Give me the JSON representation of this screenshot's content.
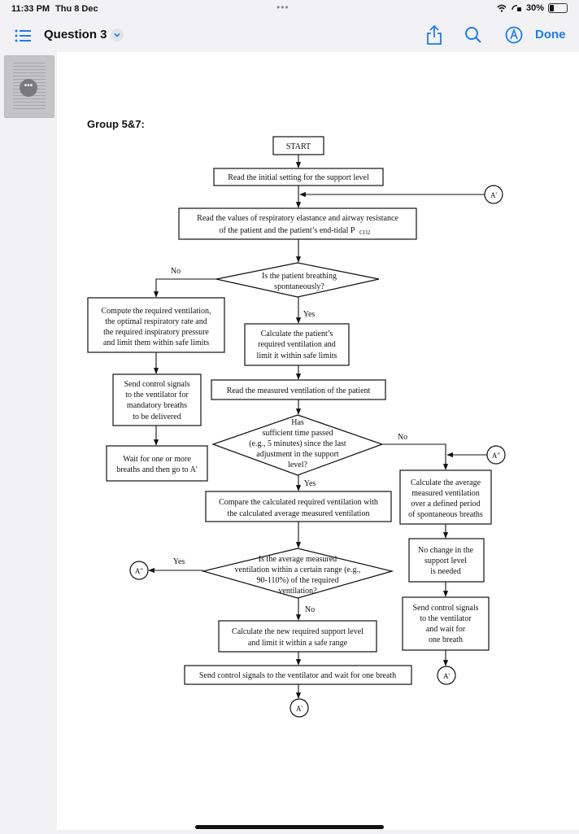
{
  "status": {
    "time": "11:33 PM",
    "date": "Thu 8 Dec",
    "dots": "•••",
    "battery": "30%",
    "battery_level": 0.3
  },
  "toolbar": {
    "title": "Question 3",
    "done": "Done"
  },
  "thumbnail": {
    "more": "•••"
  },
  "heading": "Group 5&7:",
  "flow": {
    "start": "START",
    "read_initial": "Read the initial setting for the support level",
    "read_values_1": "Read the values of respiratory elastance and airway resistance",
    "read_values_2": "of the patient and the patient’s end-tidal P",
    "read_values_sub": "CO2",
    "breathing_q_1": "Is the patient breathing",
    "breathing_q_2": "spontaneously?",
    "no": "No",
    "yes": "Yes",
    "compute_1": "Compute the required ventilation,",
    "compute_2": "the optimal respiratory rate and",
    "compute_3": "the required inspiratory pressure",
    "compute_4": "and limit them within safe limits",
    "calc_req_1": "Calculate the patient’s",
    "calc_req_2": "required ventilation and",
    "calc_req_3": "limit it within safe limits",
    "send_mand_1": "Send control signals",
    "send_mand_2": "to the ventilator for",
    "send_mand_3": "mandatory breaths",
    "send_mand_4": "to be delivered",
    "read_measured": "Read the measured ventilation of the patient",
    "time_q_1": "Has",
    "time_q_2": "sufficient time passed",
    "time_q_3": "(e.g., 5 minutes) since the last",
    "time_q_4": "adjustment in the support",
    "time_q_5": "level?",
    "wait_1": "Wait for one or more",
    "wait_2": "breaths and then go to A'",
    "calc_avg_1": "Calculate the average",
    "calc_avg_2": "measured ventilation",
    "calc_avg_3": "over a defined period",
    "calc_avg_4": "of spontaneous breaths",
    "compare_1": "Compare the calculated required ventilation with",
    "compare_2": "the calculated average measured ventilation",
    "no_change_1": "No change in the",
    "no_change_2": "support level",
    "no_change_3": "is needed",
    "range_q_1": "Is the average measured",
    "range_q_2": "ventilation within a certain range (e.g.,",
    "range_q_3": "90-110%) of the required",
    "range_q_4": "ventilation?",
    "send_one_1": "Send control signals",
    "send_one_2": "to the ventilator",
    "send_one_3": "and wait for",
    "send_one_4": "one breath",
    "calc_new_1": "Calculate the new required support level",
    "calc_new_2": "and limit it within a safe range",
    "send_final": "Send control signals to the ventilator and wait for one breath",
    "conn_a1": "A'",
    "conn_a2": "A\""
  }
}
